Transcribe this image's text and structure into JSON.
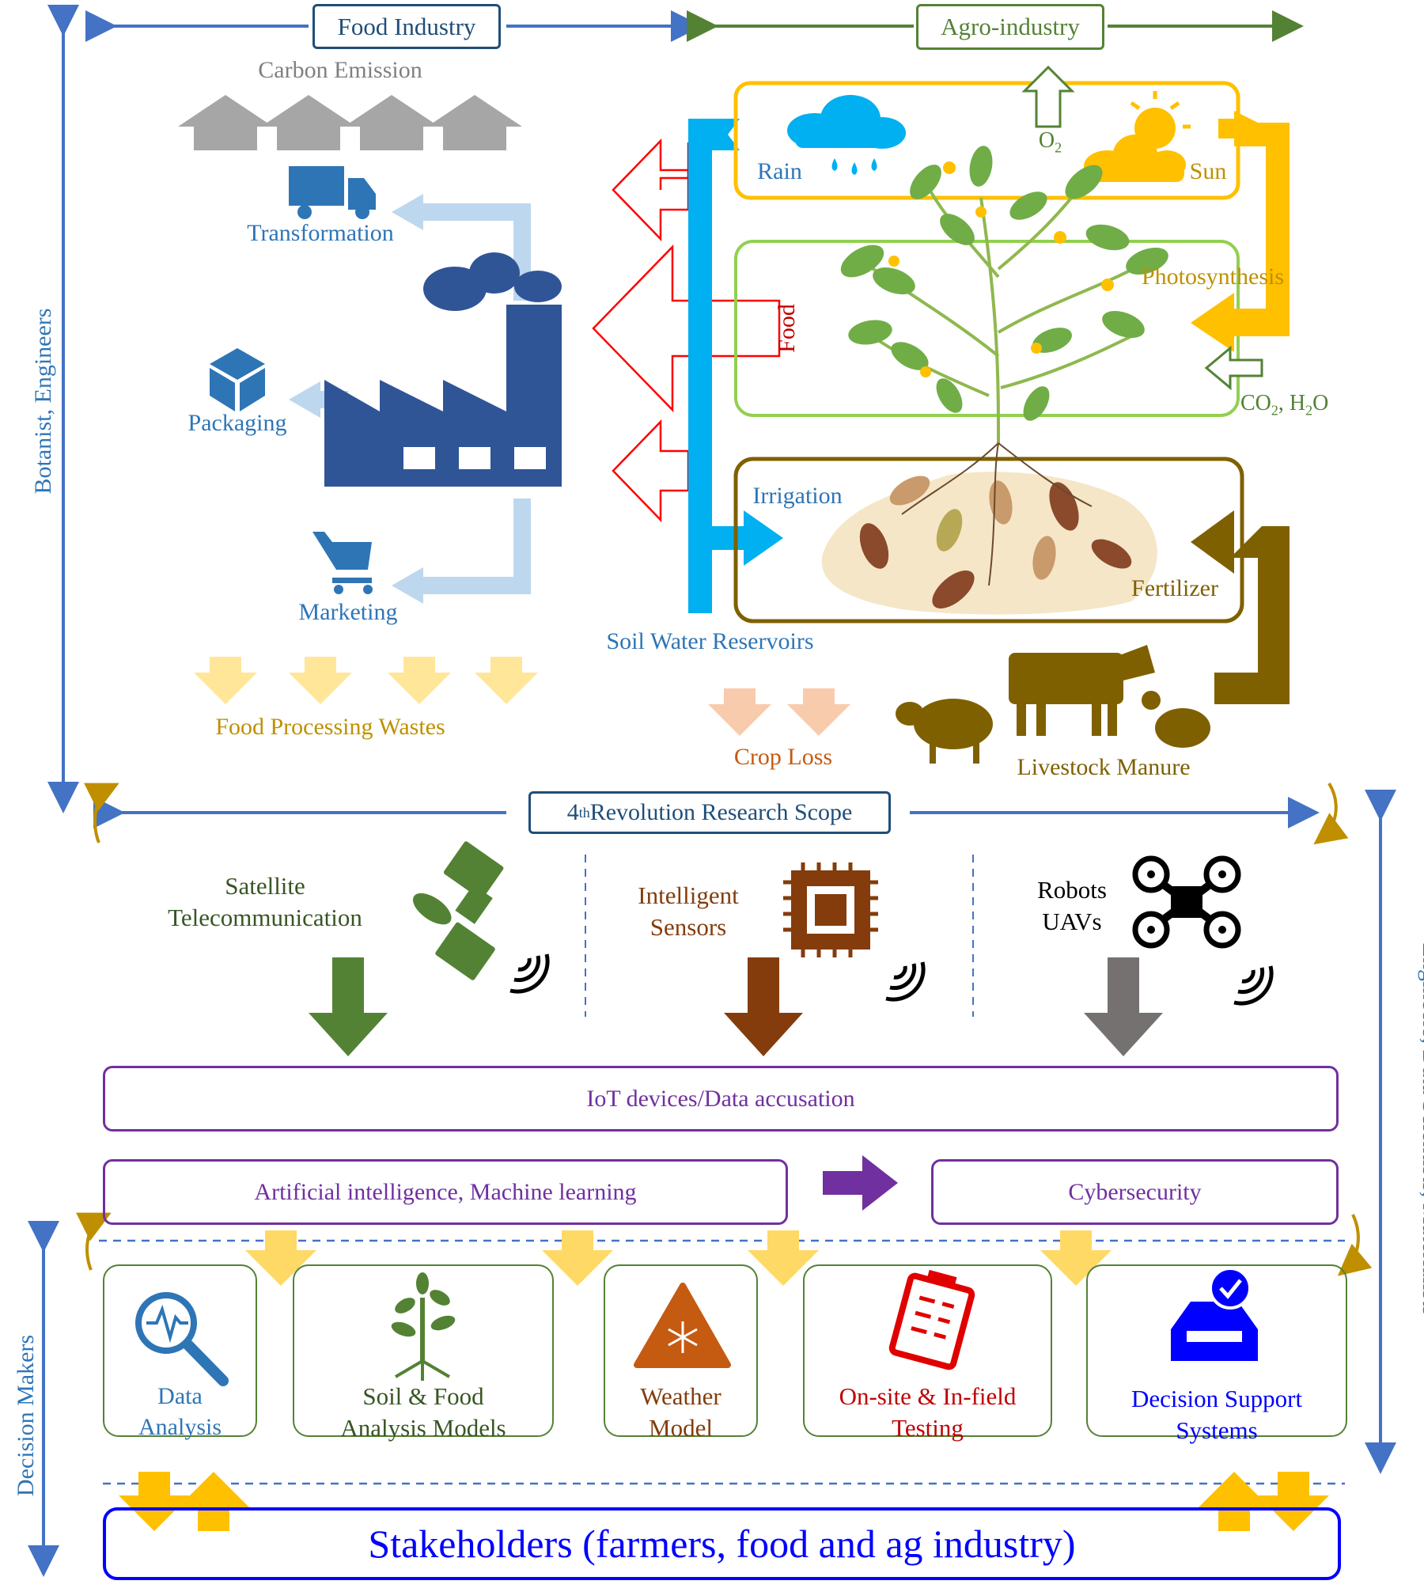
{
  "top": {
    "food_industry": "Food Industry",
    "agro_industry": "Agro-industry",
    "carbon_emission": "Carbon Emission",
    "transformation": "Transformation",
    "packaging": "Packaging",
    "marketing": "Marketing",
    "food_processing_wastes": "Food Processing Wastes",
    "food": "Food",
    "rain": "Rain",
    "sun": "Sun",
    "o2_main": "O",
    "o2_sub": "2",
    "photosynthesis": "Photosynthesis",
    "co2_a": "CO",
    "co2_sub": "2",
    "co2_b": ", H",
    "h2o_sub": "2",
    "h2o_c": "O",
    "irrigation": "Irrigation",
    "fertilizer": "Fertilizer",
    "soil_water_reservoirs": "Soil Water Reservoirs",
    "crop_loss": "Crop Loss",
    "livestock_manure": "Livestock Manure"
  },
  "side": {
    "left_top": "Botanist, Engineers",
    "right": "Engineers, Data Scientists, Materialists",
    "left_bottom": "Decision Makers"
  },
  "scope": {
    "prefix": "4",
    "sup": "th",
    "rest": " Revolution Research Scope"
  },
  "tech": {
    "satellite_line1": "Satellite",
    "satellite_line2": "Telecommunication",
    "sensors_line1": "Intelligent",
    "sensors_line2": "Sensors",
    "robots_line1": "Robots",
    "robots_line2": "UAVs"
  },
  "layers": {
    "iot": "IoT devices/Data accusation",
    "ai": "Artificial intelligence, Machine learning",
    "cyber": "Cybersecurity"
  },
  "modules": {
    "data_analysis_1": "Data",
    "data_analysis_2": "Analysis",
    "soil_food_1": "Soil & Food",
    "soil_food_2": "Analysis Models",
    "weather_1": "Weather",
    "weather_2": "Model",
    "onsite_1": "On-site & In-field",
    "onsite_2": "Testing",
    "dss_1": "Decision Support",
    "dss_2": "Systems"
  },
  "stakeholders": "Stakeholders (farmers, food and ag industry)",
  "colors": {
    "blue_line": "#4472c4",
    "navy": "#1f4e79",
    "green_dark": "#548235",
    "purple": "#7030a0",
    "gold": "#ffc000",
    "sky": "#00b0f0",
    "brown": "#7f6000",
    "red": "#c00000",
    "orange": "#c55a11",
    "stake_blue": "#0000ff"
  }
}
